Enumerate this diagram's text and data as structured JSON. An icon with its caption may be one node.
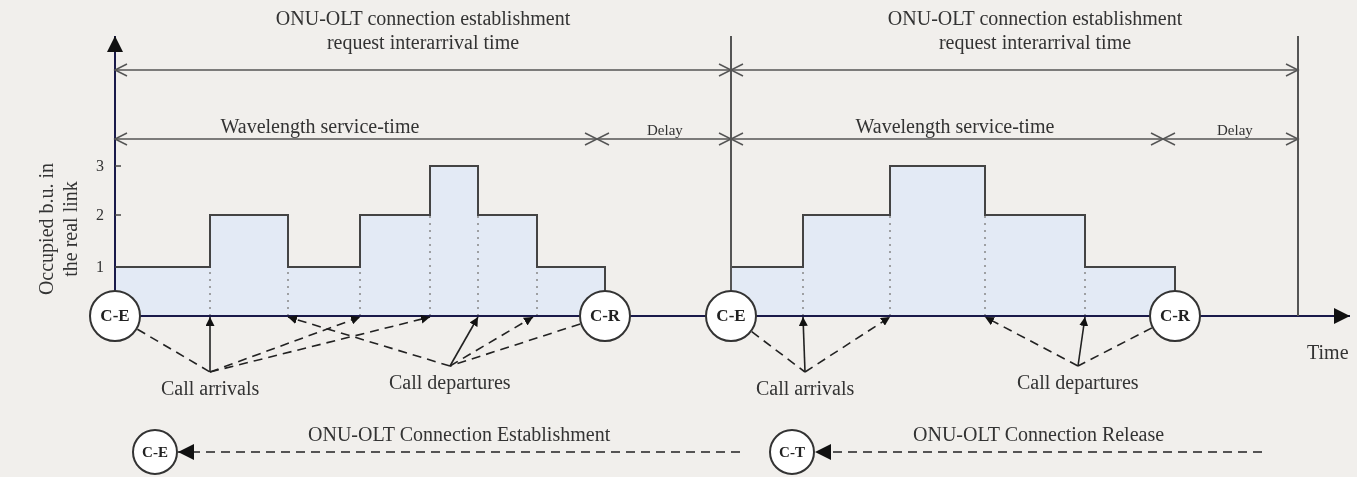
{
  "diagram": {
    "nodes": [
      {
        "text": [
          "C-E"
        ]
      },
      {
        "text": [
          "C-R"
        ]
      },
      {
        "text": [
          "C-E"
        ]
      },
      {
        "text": [
          "C-R"
        ]
      },
      {
        "text": [
          "Call arrivals"
        ]
      },
      {
        "text": [
          "Call departures"
        ]
      },
      {
        "text": [
          "Call arrivals"
        ]
      },
      {
        "text": [
          "Call departures"
        ]
      },
      {
        "text": [
          "C-E"
        ]
      },
      {
        "text": [
          "C-T"
        ]
      },
      {
        "text": [],
        "shape": "picture"
      },
      {
        "text": [],
        "shape": "picture"
      }
    ],
    "edges": [
      {
        "from": 0,
        "to": 4,
        "arrow": "none",
        "style": "dashed"
      },
      {
        "from": 4,
        "to": 10,
        "arrow": "to"
      },
      {
        "from": 4,
        "to": 10,
        "arrow": "to",
        "style": "dashed"
      },
      {
        "from": 4,
        "to": 10,
        "arrow": "to",
        "style": "dashed"
      },
      {
        "from": 5,
        "to": 10,
        "arrow": "to",
        "style": "dashed"
      },
      {
        "from": 5,
        "to": 10,
        "arrow": "to"
      },
      {
        "from": 5,
        "to": 10,
        "arrow": "to",
        "style": "dashed"
      },
      {
        "from": 1,
        "to": 5,
        "arrow": "none",
        "style": "dashed"
      },
      {
        "from": 2,
        "to": 6,
        "arrow": "none",
        "style": "dashed"
      },
      {
        "from": 6,
        "to": 11,
        "arrow": "to"
      },
      {
        "from": 6,
        "to": 11,
        "arrow": "to",
        "style": "dashed"
      },
      {
        "from": 7,
        "to": 11,
        "arrow": "to",
        "style": "dashed"
      },
      {
        "from": 7,
        "to": 11,
        "arrow": "to"
      },
      {
        "from": 3,
        "to": 7,
        "arrow": "none",
        "style": "dashed"
      },
      {
        "from": null,
        "to": 8,
        "arrow": "to",
        "style": "dashed",
        "label": "ONU-OLT Connection Establishment"
      },
      {
        "from": null,
        "to": 9,
        "arrow": "to",
        "style": "dashed",
        "label": "ONU-OLT Connection Release"
      }
    ],
    "labels": [
      "ONU-OLT connection establishment request interarrival time",
      "ONU-OLT connection establishment request interarrival time",
      "Wavelength service-time",
      "Delay",
      "Wavelength service-time",
      "Delay",
      "3",
      "2",
      "1",
      "Occupied b.u. in the real link",
      "Time"
    ]
  }
}
